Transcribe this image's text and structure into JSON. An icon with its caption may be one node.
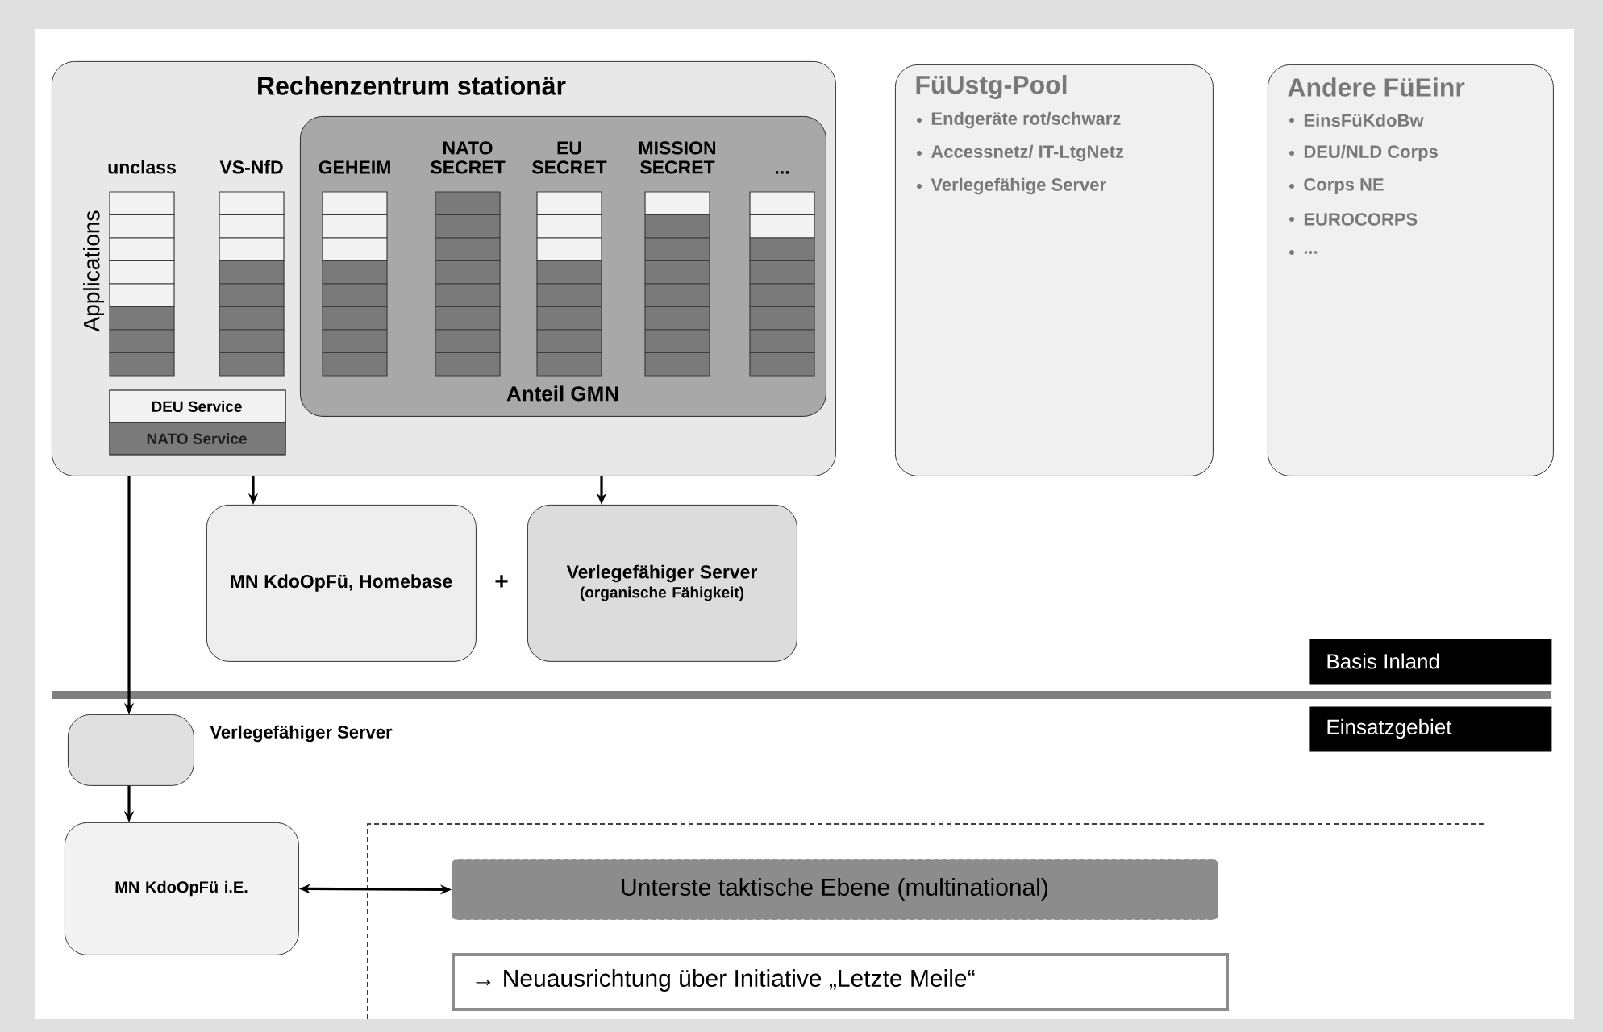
{
  "diagram": {
    "nodes": [
      {
        "text": [
          "Rechenzentrum stationär"
        ]
      },
      {
        "text": [
          "Anteil GMN"
        ],
        "in": 0
      },
      {
        "text": [
          "FüUstg-Pool",
          "Endgeräte rot/schwarz",
          "Accessnetz/ IT-LtgNetz",
          "Verlegefähige Server"
        ]
      },
      {
        "text": [
          "Andere FüEinr",
          "EinsFüKdoBw",
          "DEU/NLD Corps",
          "Corps NE",
          "EUROCORPS",
          "..."
        ]
      },
      {
        "text": [
          "MN KdoOpFü, Homebase"
        ]
      },
      {
        "text": [
          "Verlegefähiger Server",
          "(organische Fähigkeit)"
        ]
      },
      {
        "text": [
          "Basis Inland"
        ]
      },
      {
        "text": [
          "Einsatzgebiet"
        ]
      },
      {
        "text": [],
        "shape": "box",
        "beside": [
          "Verlegefähiger Server"
        ]
      },
      {
        "text": [
          "MN KdoOpFü i.E."
        ]
      },
      {
        "text": [
          "Unterste taktische Ebene (multinational)"
        ]
      },
      {
        "text": [
          "→ Neuausrichtung über Initiative „Letzte Meile“"
        ]
      }
    ],
    "edges": [
      {
        "from": 0,
        "to": 4,
        "arrow": "to"
      },
      {
        "from": 0,
        "to": 5,
        "arrow": "to"
      },
      {
        "from": 0,
        "to": 8,
        "arrow": "to"
      },
      {
        "from": 8,
        "to": 9,
        "arrow": "to"
      },
      {
        "from": 9,
        "to": 10,
        "arrow": "both"
      }
    ],
    "labels": [
      "Applications",
      "unclass",
      "VS-NfD",
      "GEHEIM",
      "NATO SECRET",
      "EU SECRET",
      "MISSION SECRET",
      "...",
      "+"
    ],
    "legend": [
      {
        "text": "DEU Service",
        "color": "#f2f2f2"
      },
      {
        "text": "NATO Service",
        "color": "#7a7a7a"
      }
    ]
  }
}
